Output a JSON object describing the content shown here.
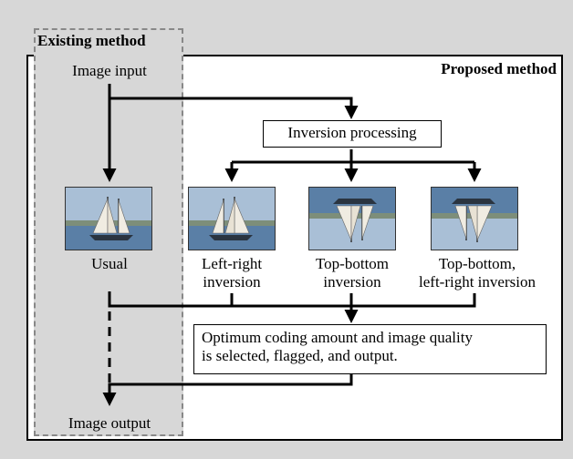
{
  "existing_method_label": "Existing method",
  "proposed_method_label": "Proposed method",
  "image_input": "Image input",
  "image_output": "Image output",
  "inversion_processing": "Inversion processing",
  "thumbs": {
    "usual": {
      "label": "Usual"
    },
    "left_right": {
      "label_1": "Left-right",
      "label_2": "inversion"
    },
    "top_bottom": {
      "label_1": "Top-bottom",
      "label_2": "inversion"
    },
    "top_bottom_left_right": {
      "label_1": "Top-bottom,",
      "label_2": "left-right inversion"
    }
  },
  "optimum": {
    "line1": "Optimum coding amount and image quality",
    "line2": "is selected, flagged, and output."
  },
  "colors": {
    "background": "#d7d7d7",
    "panel": "#ffffff",
    "dashed_border": "#888888",
    "sky": "#a9bfd6",
    "water": "#5a7fa6"
  }
}
